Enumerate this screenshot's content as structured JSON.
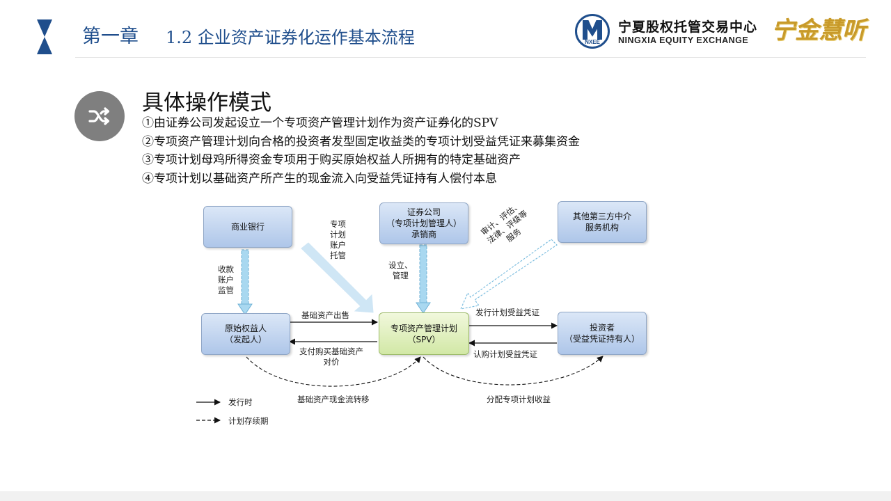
{
  "header": {
    "chapter": "第一章",
    "section": "1.2 企业资产证券化运作基本流程",
    "logo_abbr": "NXEE",
    "logo_cn": "宁夏股权托管交易中心",
    "logo_en": "NINGXIA EQUITY EXCHANGE",
    "slogan": "宁金慧听"
  },
  "content": {
    "title": "具体操作模式",
    "icon": "shuffle-icon",
    "steps": [
      "①由证券公司发起设立一个专项资产管理计划作为资产证券化的SPV",
      "②专项资产管理计划向合格的投资者发型固定收益类的专项计划受益凭证来募集资金",
      "③专项计划母鸡所得资金专项用于购买原始权益人所拥有的特定基础资产",
      "④专项计划以基础资产所产生的现金流入向受益凭证持有人偿付本息"
    ]
  },
  "diagram": {
    "nodes": {
      "bank": "商业银行",
      "securities": "证券公司\n（专项计划管理人）\n承销商",
      "third_party": "其他第三方中介\n服务机构",
      "originator": "原始权益人\n（发起人）",
      "spv": "专项资产管理计划\n（SPV）",
      "investor": "投资者\n（受益凭证持有人）"
    },
    "labels": {
      "custody": "专项\n计划\n账户\n托管",
      "supervise": "收款\n账户\n监管",
      "setup": "设立、\n管理",
      "services": "审计、评估、\n法律、评级等\n服务",
      "sale": "基础资产出售",
      "pay": "支付购买基础资产\n对价",
      "issue": "发行计划受益凭证",
      "subscribe": "认购计划受益凭证",
      "cashflow": "基础资产现金流转移",
      "distribute": "分配专项计划收益"
    },
    "legend": {
      "solid": "发行时",
      "dashed": "计划存续期"
    },
    "colors": {
      "node_blue": "#aec6e9",
      "node_green": "#d2e8a6",
      "arrow_blue": "#a9d8f0",
      "title_blue": "#1f4e8c"
    }
  }
}
